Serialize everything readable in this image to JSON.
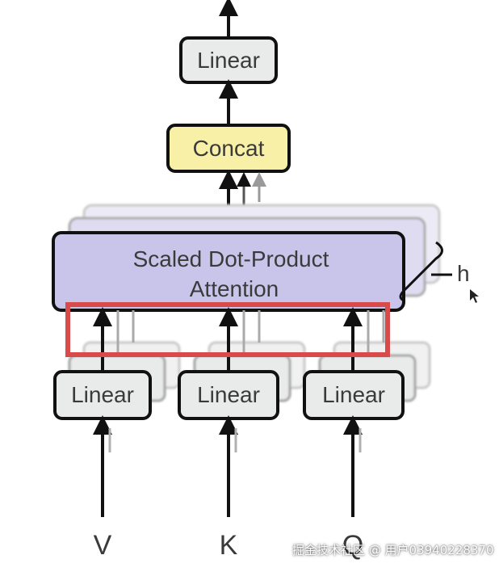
{
  "diagram": {
    "output_linear": "Linear",
    "concat": "Concat",
    "attention_line1": "Scaled Dot-Product",
    "attention_line2": "Attention",
    "heads_label": "h",
    "input_linears": [
      "Linear",
      "Linear",
      "Linear"
    ],
    "inputs": [
      "V",
      "K",
      "Q"
    ]
  },
  "watermark": "掘金技术社区 @ 用户03940228370",
  "colors": {
    "linear_fill": "#e8ebe9",
    "concat_fill": "#f7f0a6",
    "attention_fill": "#c9c5ea",
    "stroke": "#111111",
    "highlight": "#d94b4b"
  }
}
